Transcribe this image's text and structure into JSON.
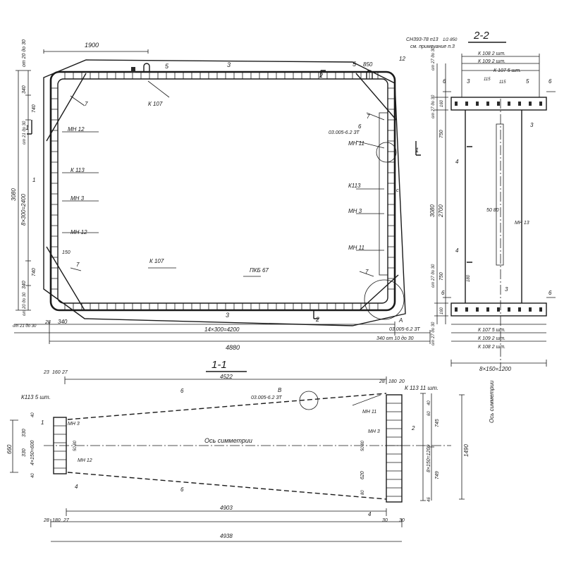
{
  "section_titles": {
    "s22": "2-2",
    "s11": "1-1"
  },
  "plan": {
    "top": {
      "d1900": "1900",
      "note1": "СН393-78 п13",
      "note_frac": "1/2·850",
      "note2": "см. примечание п.3",
      "d850": "850",
      "p3": "3",
      "p5a": "5",
      "p5b": "5",
      "p2": "2",
      "p12": "12"
    },
    "labels": {
      "k107_top": "К 107",
      "p7_tl": "7",
      "p7_tr": "7",
      "p7_bl": "7",
      "p7_br": "7",
      "mn12_a": "МН 12",
      "k113_l": "К 113",
      "mn3_l": "МН 3",
      "mn12_b": "МН 12",
      "ref6": "6",
      "ref_b": "03.005-6.2 ЗТ",
      "mn11_t": "МН 11",
      "k113_r": "К113",
      "mn3_r": "МН 3",
      "mn11_b": "МН 11",
      "k107_bot": "К 107",
      "pkb": "ПКБ 67",
      "p3_bot": "3",
      "refA": "А",
      "refA_doc": "03.005-6.2 ЗТ",
      "cut1": "1",
      "cut2": "2",
      "p150": "150",
      "p1_mid": "1",
      "s_mark": "с"
    },
    "left_dims": {
      "top": "от 20 до 30",
      "d340": "340",
      "d740": "740",
      "d21": "от 21 до 30",
      "span": "8×300=2400",
      "total": "3080",
      "d740b": "740",
      "d340b": "340",
      "bottom": "от 20 до 30"
    },
    "bottom_dims": {
      "left_small": "от 21 до 30",
      "d28": "28",
      "d340": "340",
      "span": "14×300=4200",
      "right": "340 от 10 до 30",
      "total": "4880"
    }
  },
  "section22": {
    "k108": "К 108   2 шт.",
    "k109": "К 109   2 шт.",
    "k107": "К 107  5 шт.",
    "p3": "3",
    "p115a": "115",
    "p115b": "115",
    "p5": "5",
    "p6a": "6",
    "p6b": "6",
    "d160": "160",
    "d750": "750",
    "d2700": "2700",
    "d3080": "3080",
    "d750b": "750",
    "d160b": "160",
    "p4a": "4",
    "p4b": "4",
    "p3mid": "3",
    "d50_80": "50  80",
    "mn13": "МН 13",
    "p3_low": "3",
    "p6c": "6",
    "p6d": "6",
    "d180": "180",
    "k107_bot": "К 107  5 шт.",
    "k109_bot": "К 109   2 шт.",
    "k108_bot": "К 108   2 шт.",
    "span": "8×150=1200",
    "top_dim": "от 27 до 30",
    "bot_dim": "от 27 до 30",
    "mid_dim": "от 27 до 30",
    "mid_dim2": "от 27 до 30",
    "axis": "Ось симметрии"
  },
  "section11": {
    "d4522": "4522",
    "d23": "23",
    "d160": "160",
    "d27": "27",
    "d28r": "28",
    "d180r": "180",
    "d20r": "20",
    "k113_left": "К113  5 шт.",
    "k113_right": "К 113  11 шт.",
    "p6_top": "6",
    "ref_b": "03.005-6.2 ЗТ",
    "refB": "В",
    "mn3_a": "МН 3",
    "mn3_b": "МН 3",
    "mn12": "МН 12",
    "mn11": "МН 11",
    "p1": "1",
    "p2": "2",
    "p4a": "4",
    "p4b": "4",
    "p6_bot": "6",
    "d330a": "330",
    "d330b": "330",
    "span_l": "4×150=600",
    "d660": "660",
    "d40a": "40",
    "d40b": "40",
    "d50_80": "50 80",
    "d620": "620",
    "d50_80b": "50 80",
    "d80": "80",
    "span_r": "8×150=1200",
    "d745": "745",
    "d1490": "1490",
    "d749": "749",
    "d40r": "40",
    "d60": "60",
    "d46": "46",
    "axis": "Ось симметрии",
    "d28": "28",
    "d180": "180",
    "d4903": "4903",
    "d30": "30",
    "d30b": "30",
    "d4938": "4938"
  }
}
